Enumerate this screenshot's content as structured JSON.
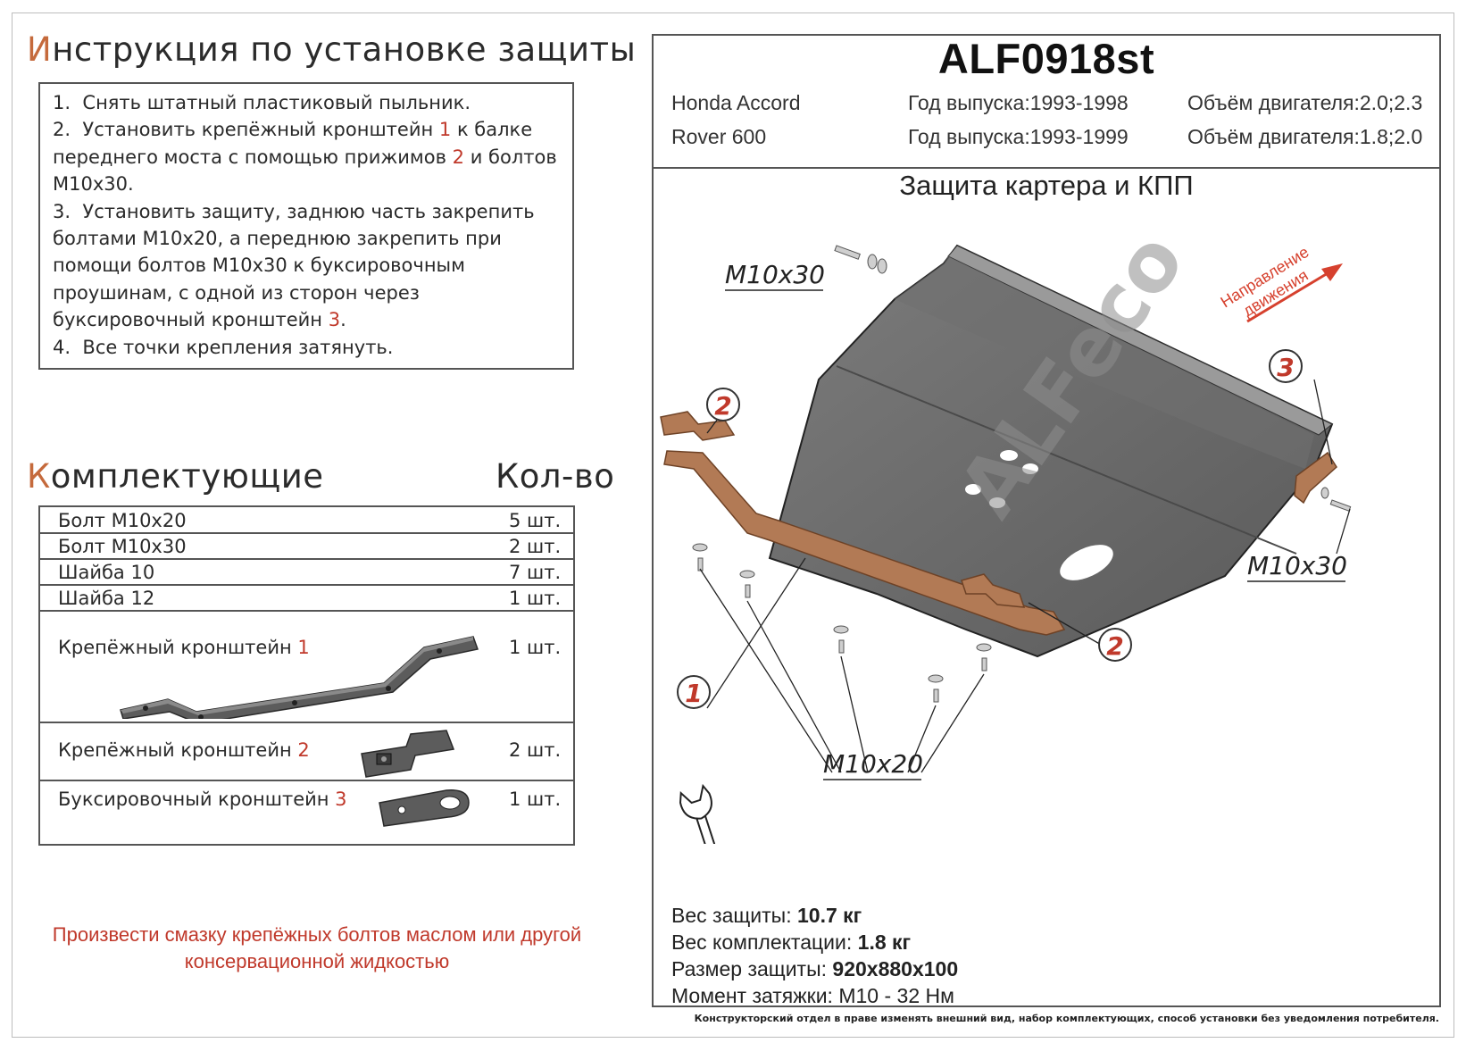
{
  "install": {
    "title_first": "И",
    "title_rest": "нструкция по установке защиты",
    "steps": [
      {
        "n": "1.",
        "a": "Снять штатный пластиковый пыльник.",
        "r1": "",
        "b": "",
        "r2": "",
        "c": ""
      },
      {
        "n": "2.",
        "a": "Установить крепёжный кронштейн ",
        "r1": "1",
        "b": " к балке переднего моста с помощью прижимов ",
        "r2": "2",
        "c": " и болтов М10х30."
      },
      {
        "n": "3.",
        "a": "Установить защиту, заднюю часть закрепить болтами М10х20, а переднюю закрепить при помощи болтов М10х30 к буксировочным проушинам, с одной из сторон через буксировочный кронштейн ",
        "r1": "3",
        "b": ".",
        "r2": "",
        "c": ""
      },
      {
        "n": "4.",
        "a": "Все точки крепления затянуть.",
        "r1": "",
        "b": "",
        "r2": "",
        "c": ""
      }
    ]
  },
  "parts": {
    "title_first": "К",
    "title_rest": "омплектующие",
    "qty_header": "Кол-во",
    "rows": [
      {
        "name": "Болт М10х20",
        "num": "",
        "qty": "5 шт."
      },
      {
        "name": "Болт М10х30",
        "num": "",
        "qty": "2 шт."
      },
      {
        "name": "Шайба 10",
        "num": "",
        "qty": "7 шт."
      },
      {
        "name": "Шайба 12",
        "num": "",
        "qty": "1 шт."
      },
      {
        "name": "Крепёжный кронштейн ",
        "num": "1",
        "qty": "1 шт."
      },
      {
        "name": "Крепёжный кронштейн ",
        "num": "2",
        "qty": "2 шт."
      },
      {
        "name": "Буксировочный кронштейн ",
        "num": "3",
        "qty": "1 шт."
      }
    ]
  },
  "warning": {
    "line1": "Произвести смазку крепёжных болтов маслом или другой",
    "line2": "консервационной жидкостью"
  },
  "product": {
    "code": "ALF0918st",
    "vehicles": [
      {
        "model": "Honda Accord",
        "year": "Год выпуска:1993-1998",
        "engine": "Объём двигателя:2.0;2.3"
      },
      {
        "model": "Rover 600",
        "year": "Год выпуска:1993-1999",
        "engine": "Объём двигателя:1.8;2.0"
      }
    ],
    "diagram_title": "Защита картера и КПП"
  },
  "diagram": {
    "bolt_m10x30_left": "M10x30",
    "bolt_m10x30_right": "M10x30",
    "bolt_m10x20": "M10x20",
    "direction_line1": "Направление",
    "direction_line2": "движения",
    "callout_1": "1",
    "callout_2a": "2",
    "callout_2b": "2",
    "callout_3": "3",
    "watermark": "ALFeco"
  },
  "specs": {
    "weight_label": "Вес защиты: ",
    "weight_value": "10.7 кг",
    "kit_label": "Вес комплектации: ",
    "kit_value": "1.8 кг",
    "size_label": "Размер защиты: ",
    "size_value": "920x880x100",
    "torque_label": "Момент затяжки: ",
    "torque_value": " M10 - 32 Нм"
  },
  "footer": "Конструкторский отдел в праве изменять внешний вид, набор комплектующих, способ установки без уведомления потребителя.",
  "colors": {
    "accent": "#c0392b",
    "bracket": "#b27a55",
    "plate": "#6e6e6e"
  }
}
